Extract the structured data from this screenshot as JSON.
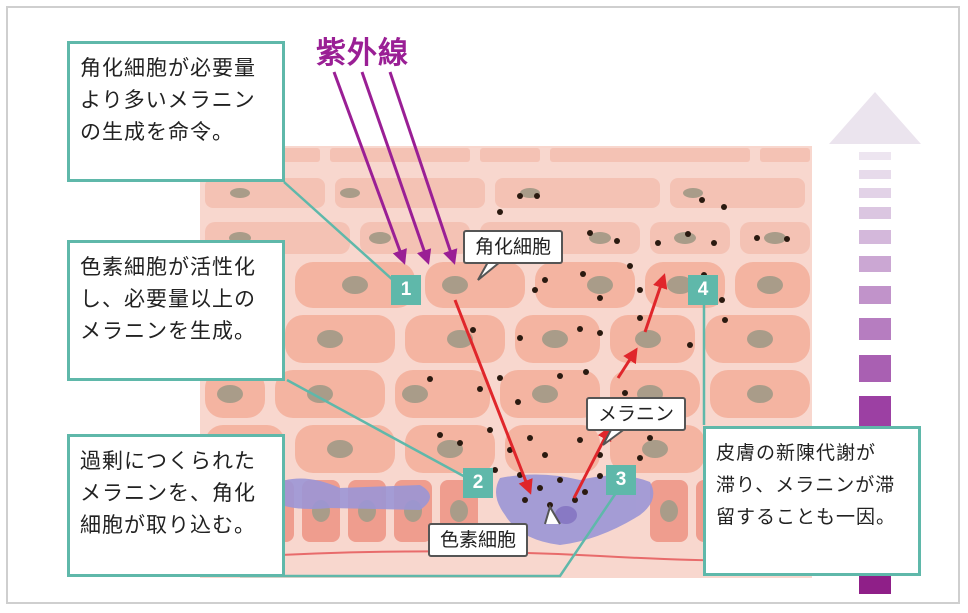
{
  "uv_label": "紫外線",
  "steps": [
    {
      "number": "1",
      "lines": [
        "角化細胞が必要量",
        "より多いメラニン",
        "の生成を命令。"
      ]
    },
    {
      "number": "2",
      "lines": [
        "色素細胞が活性化",
        "し、必要量以上の",
        "メラニンを生成。"
      ]
    },
    {
      "number": "3",
      "lines": [
        "過剰につくられた",
        "メラニンを、角化",
        "細胞が取り込む。"
      ]
    },
    {
      "number": "4",
      "lines": [
        "皮膚の新陳代謝が",
        "滞り、メラニンが滞",
        "留することも一因。"
      ]
    }
  ],
  "callouts": {
    "keratinocyte": "角化細胞",
    "melanin": "メラニン",
    "melanocyte": "色素細胞"
  },
  "colors": {
    "accent_teal": "#5fb8aa",
    "uv_purple": "#9a1f95",
    "arrow_red": "#e0262b",
    "skin_cell": "#f3b7a5",
    "nucleus": "#a99c89",
    "melanocyte": "#9b96d6",
    "gradient_top": "#ebe4ee",
    "gradient_bottom": "#8f1f88"
  }
}
